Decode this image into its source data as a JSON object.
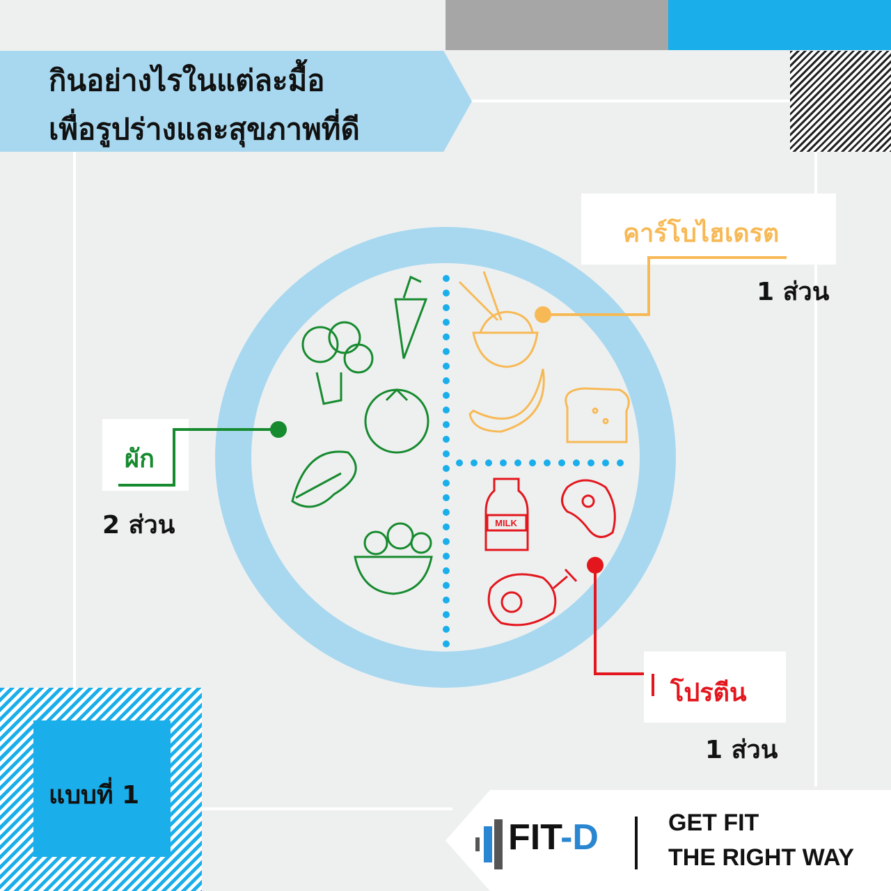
{
  "title": {
    "line1": "กินอย่างไรในแต่ละมื้อ",
    "line2": "เพื่อรูปร่างและสุขภาพที่ดี"
  },
  "groups": [
    {
      "name": "ผัก",
      "portion": "2 ส่วน",
      "color": "#168a2e"
    },
    {
      "name": "คาร์โบไฮเดรต",
      "portion": "1 ส่วน",
      "color": "#f7b955"
    },
    {
      "name": "โปรตีน",
      "portion": "1 ส่วน",
      "color": "#e3161d"
    }
  ],
  "plan": "แบบที่ 1",
  "milk_label": "MILK",
  "brand": {
    "name_a": "FIT",
    "name_b": "-D",
    "slogan1": "GET FIT",
    "slogan2": "THE RIGHT WAY"
  },
  "colors": {
    "bg": "#eef0f0",
    "plate": "#a8d8ef",
    "accent": "#1aaeea",
    "grey": "#a6a6a6"
  }
}
